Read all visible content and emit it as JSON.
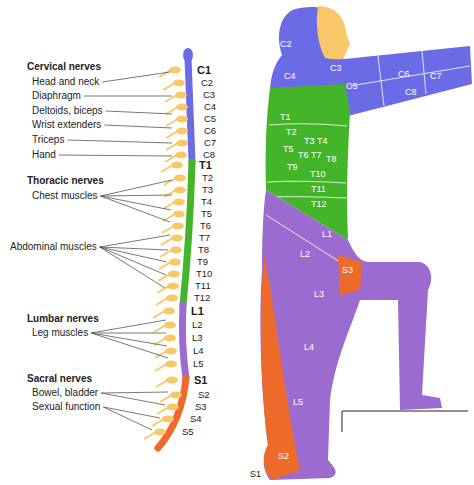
{
  "diagram": {
    "labels": [
      "Cervical nerves",
      "Head and neck",
      "Diaphragm",
      "Deltoids, biceps",
      "Wrist extenders",
      "Triceps",
      "Hand",
      "Thoracic nerves",
      "Chest muscles",
      "Abdominal muscles",
      "Lumbar nerves",
      "Leg muscles",
      "Sacral nerves",
      "Bowel, bladder",
      "Sexual function",
      "C1",
      "C2",
      "C3",
      "C4",
      "C5",
      "C6",
      "C7",
      "C8",
      "T1",
      "T2",
      "T3",
      "T4",
      "T5",
      "T6",
      "T7",
      "T8",
      "T9",
      "T10",
      "T11",
      "T12",
      "L1",
      "L2",
      "L3",
      "L4",
      "L5",
      "S1",
      "S2",
      "S3",
      "S4",
      "S5",
      "C2",
      "C3",
      "C4",
      "C5",
      "C6",
      "C7",
      "C8",
      "T1",
      "T2",
      "T3",
      "T4",
      "T5",
      "T6",
      "T7",
      "T8",
      "T9",
      "T10",
      "T11",
      "T12",
      "L1",
      "L2",
      "S3",
      "L3",
      "L4",
      "L5",
      "S2",
      "S1"
    ]
  }
}
